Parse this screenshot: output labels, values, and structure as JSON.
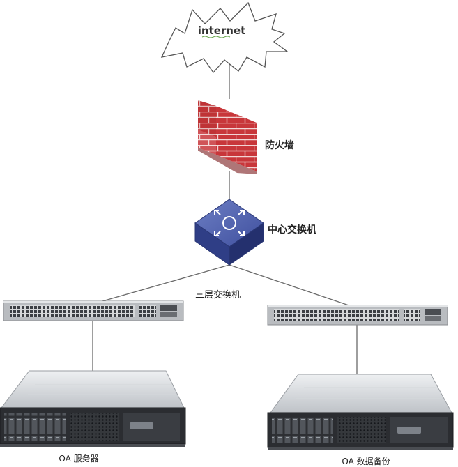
{
  "nodes": {
    "internet": {
      "label": "internet"
    },
    "firewall": {
      "label": "防火墙"
    },
    "core_switch": {
      "label": "中心交换机"
    },
    "l3_switch": {
      "label": "三层交换机"
    },
    "oa_server": {
      "label": "OA 服务器"
    },
    "oa_backup": {
      "label": "OA 数据备份"
    }
  },
  "icons": {
    "internet": "cloud-icon",
    "firewall": "brick-wall-icon",
    "core_switch": "switch-cube-icon",
    "l3_switch": "rack-switch-icon",
    "server": "rack-server-icon"
  },
  "colors": {
    "line": "#6a6a6a",
    "brick": "#c8363a",
    "switch_blue": "#3a4d99",
    "metal": "#c9ccd0"
  }
}
